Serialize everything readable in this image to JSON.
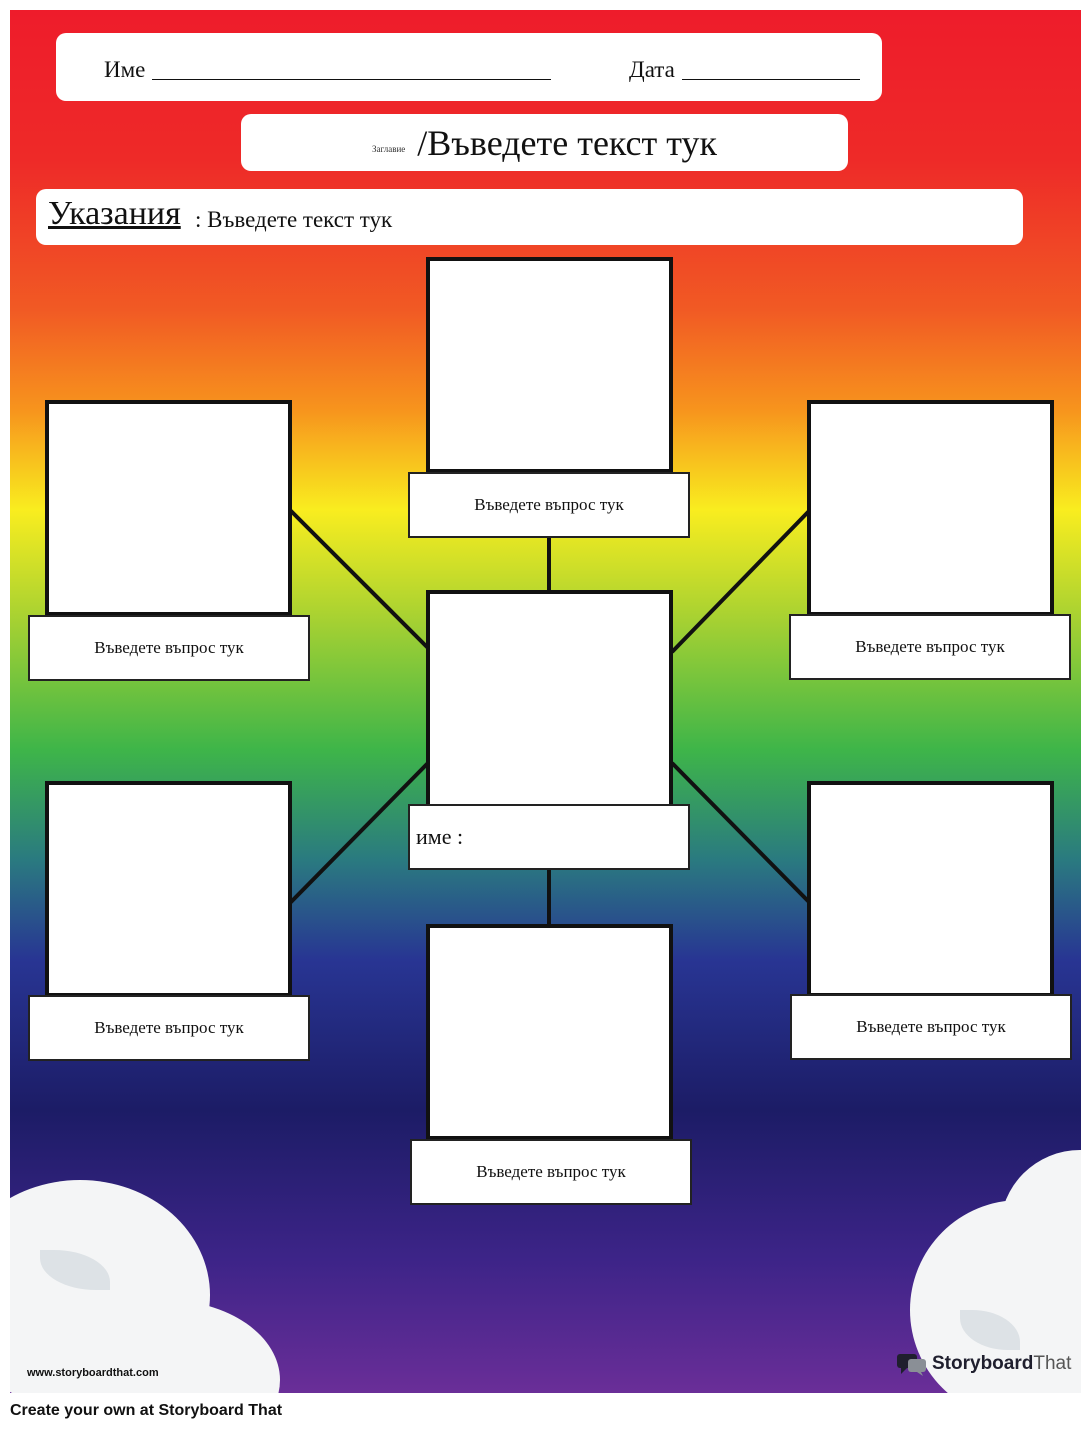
{
  "header": {
    "name_label": "Име",
    "date_label": "Дата"
  },
  "title": {
    "small_label": "Заглавие",
    "main_text": "/Въведете текст тук"
  },
  "instructions": {
    "heading": "Указания",
    "text": ": Въведете текст тук"
  },
  "diagram": {
    "center_label": "име :",
    "top_label": "Въведете въпрос тук",
    "upper_left_label": "Въведете въпрос тук",
    "upper_right_label": "Въведете въпрос тук",
    "lower_left_label": "Въведете въпрос тук",
    "lower_right_label": "Въведете въпрос тук",
    "bottom_label": "Въведете въпрос тук"
  },
  "branding": {
    "site_url": "www.storyboardthat.com",
    "logo_word_1": "Storyboard",
    "logo_word_2": "That",
    "footer_text": "Create your own at Storyboard That"
  },
  "colors": {
    "gradient": [
      "#ee1c2b",
      "#f7941d",
      "#f9ed1f",
      "#3eb549",
      "#283593",
      "#1c1c66",
      "#6a2e98"
    ],
    "box_border": "#111111",
    "panel_bg": "#ffffff"
  }
}
